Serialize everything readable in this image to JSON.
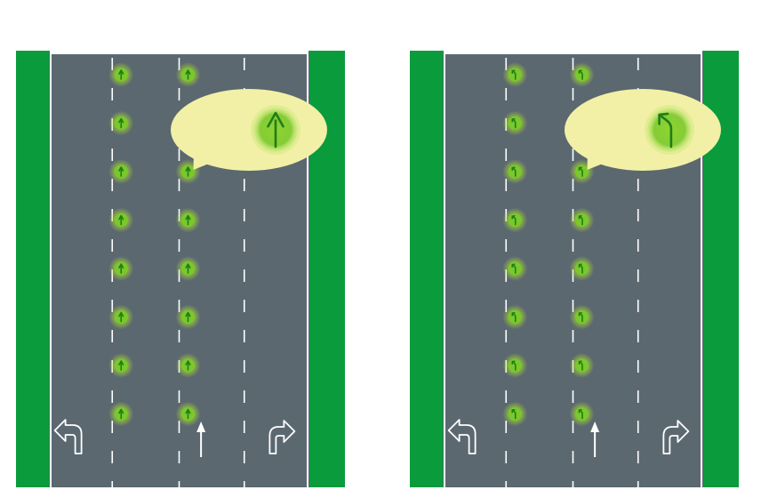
{
  "colors": {
    "background": "#ffffff",
    "verge": "#0a9b3d",
    "road": "#5b6870",
    "edge_line": "#ffffff",
    "lane_divider": "#ffffff",
    "stud_glow": "#a8e02a",
    "stud_core": "#7ac92b",
    "stud_arrow": "#1f7d1a",
    "callout": "#f2f0a6",
    "callout_stroke": "#e3df86"
  },
  "panels": [
    {
      "id": "straight",
      "lanes": 4,
      "stud_columns": [
        1,
        2
      ],
      "stud_rows": 8,
      "stud_arrow": "straight-arrow-icon",
      "lane_markings": [
        "u-turn-left-arrow-icon",
        "none",
        "straight-arrow-icon",
        "right-turn-arrow-icon"
      ],
      "callout_icon": "straight-arrow-icon",
      "callout_points_to": {
        "column": 2,
        "row": 3
      }
    },
    {
      "id": "left-turn",
      "lanes": 4,
      "stud_columns": [
        1,
        2
      ],
      "stud_rows": 8,
      "stud_arrow": "left-turn-arrow-icon",
      "lane_markings": [
        "u-turn-left-arrow-icon",
        "none",
        "straight-arrow-icon",
        "right-turn-arrow-icon"
      ],
      "callout_icon": "left-turn-arrow-icon",
      "callout_points_to": {
        "column": 2,
        "row": 3
      }
    }
  ]
}
